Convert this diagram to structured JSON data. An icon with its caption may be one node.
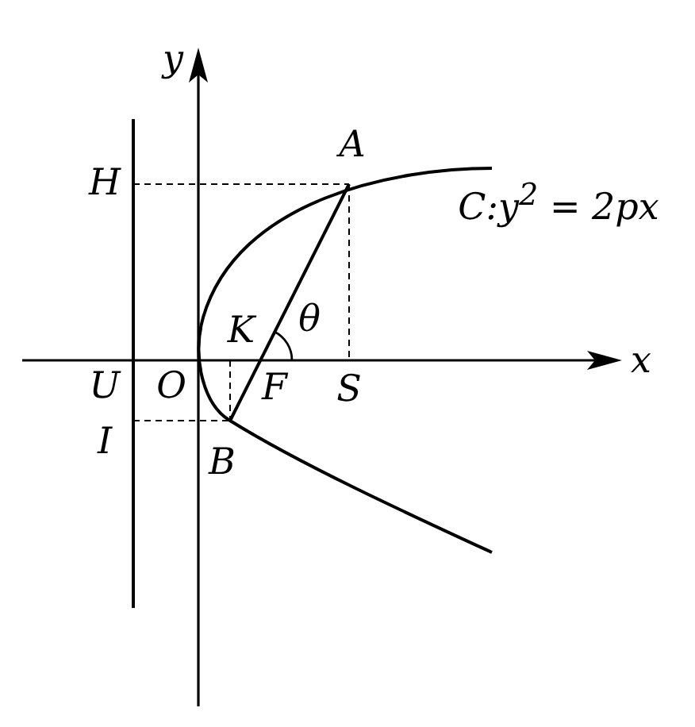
{
  "diagram": {
    "labels": [
      "y",
      "A",
      "H",
      "C:y$^{2}$ = 2px",
      "K",
      "θ",
      "x",
      "U",
      "O",
      "F",
      "S",
      "I",
      "B"
    ]
  }
}
